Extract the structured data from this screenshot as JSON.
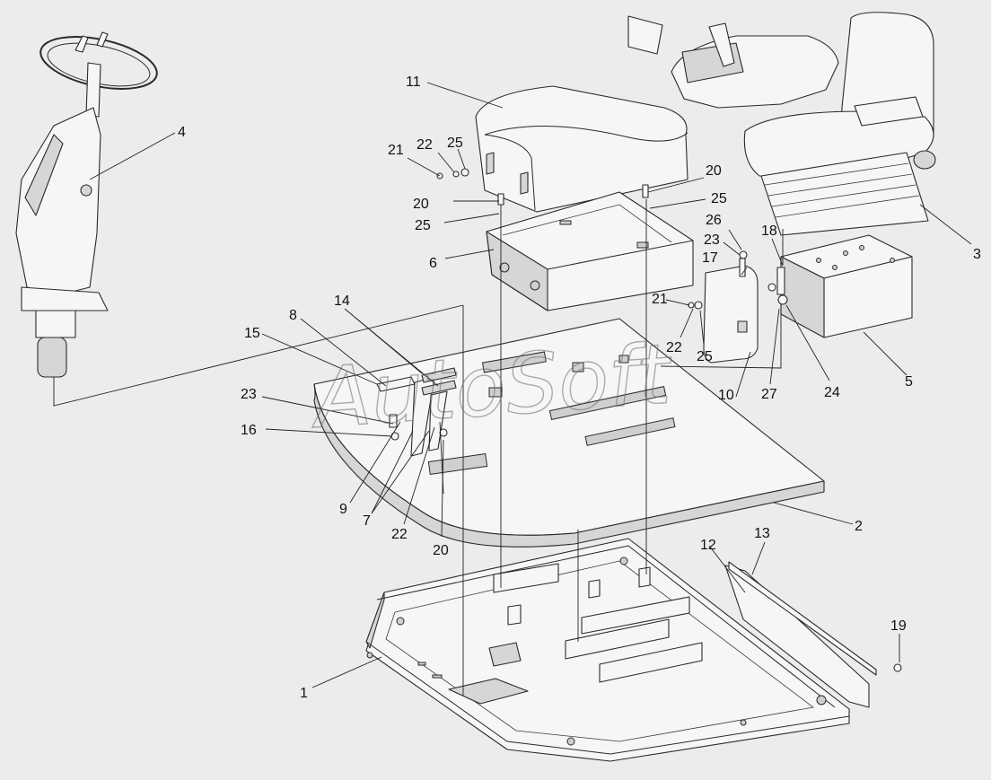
{
  "watermark": "AutoSoft",
  "callouts": [
    {
      "id": "c1",
      "label": "1",
      "part": "base-frame"
    },
    {
      "id": "c2",
      "label": "2",
      "part": "floor-plate"
    },
    {
      "id": "c3",
      "label": "3",
      "part": "operator-seat"
    },
    {
      "id": "c4",
      "label": "4",
      "part": "steering-column"
    },
    {
      "id": "c5",
      "label": "5",
      "part": "seat-console-box"
    },
    {
      "id": "c6",
      "label": "6",
      "part": "cushion-tray"
    },
    {
      "id": "c7",
      "label": "7",
      "part": "pedal"
    },
    {
      "id": "c8",
      "label": "8",
      "part": "pedal-bracket"
    },
    {
      "id": "c9",
      "label": "9",
      "part": "pedal-lever"
    },
    {
      "id": "c10",
      "label": "10",
      "part": "side-cover"
    },
    {
      "id": "c11",
      "label": "11",
      "part": "seat-cushion"
    },
    {
      "id": "c12",
      "label": "12",
      "part": "seal-strip"
    },
    {
      "id": "c13",
      "label": "13",
      "part": "retaining-bar"
    },
    {
      "id": "c14",
      "label": "14",
      "part": "pedal-pads"
    },
    {
      "id": "c15",
      "label": "15",
      "part": "pedal-shaft"
    },
    {
      "id": "c16",
      "label": "16",
      "part": "spring"
    },
    {
      "id": "c17",
      "label": "17",
      "part": "bolt"
    },
    {
      "id": "c18",
      "label": "18",
      "part": "bracket"
    },
    {
      "id": "c19",
      "label": "19",
      "part": "screw"
    },
    {
      "id": "c20a",
      "label": "20",
      "part": "bolt"
    },
    {
      "id": "c20b",
      "label": "20",
      "part": "bolt"
    },
    {
      "id": "c20c",
      "label": "20",
      "part": "bolt"
    },
    {
      "id": "c21a",
      "label": "21",
      "part": "bolt"
    },
    {
      "id": "c21b",
      "label": "21",
      "part": "bolt"
    },
    {
      "id": "c22a",
      "label": "22",
      "part": "washer"
    },
    {
      "id": "c22b",
      "label": "22",
      "part": "washer"
    },
    {
      "id": "c22c",
      "label": "22",
      "part": "washer"
    },
    {
      "id": "c23a",
      "label": "23",
      "part": "washer"
    },
    {
      "id": "c23b",
      "label": "23",
      "part": "washer"
    },
    {
      "id": "c24",
      "label": "24",
      "part": "nut"
    },
    {
      "id": "c25a",
      "label": "25",
      "part": "washer"
    },
    {
      "id": "c25b",
      "label": "25",
      "part": "washer"
    },
    {
      "id": "c25c",
      "label": "25",
      "part": "washer"
    },
    {
      "id": "c25d",
      "label": "25",
      "part": "washer"
    },
    {
      "id": "c26",
      "label": "26",
      "part": "bolt"
    },
    {
      "id": "c27",
      "label": "27",
      "part": "washer"
    }
  ]
}
